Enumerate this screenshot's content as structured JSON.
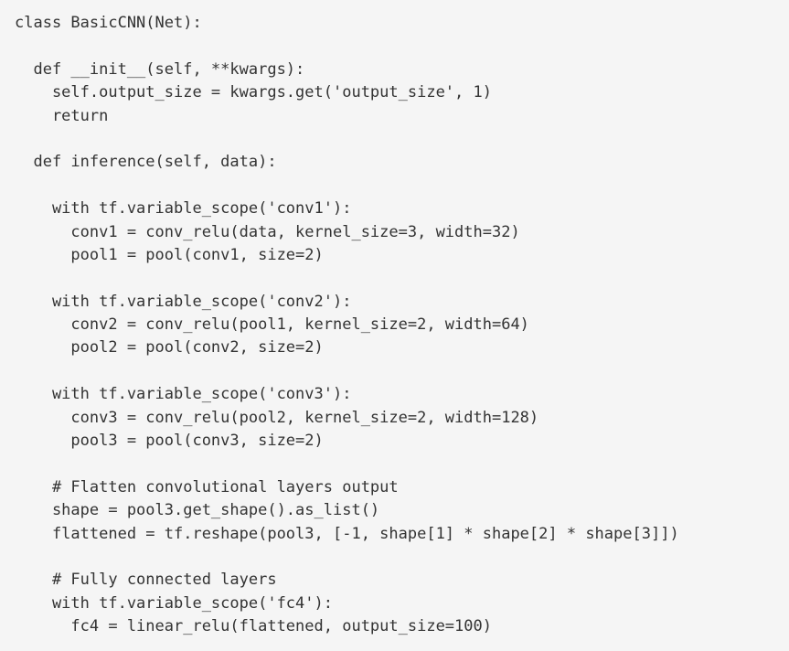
{
  "document": {
    "kind": "code-listing",
    "language": "python",
    "background_color": "#f5f5f5",
    "text_color": "#333333"
  },
  "code": {
    "lines": [
      "class BasicCNN(Net):",
      "",
      "  def __init__(self, **kwargs):",
      "    self.output_size = kwargs.get('output_size', 1)",
      "    return",
      "",
      "  def inference(self, data):",
      "",
      "    with tf.variable_scope('conv1'):",
      "      conv1 = conv_relu(data, kernel_size=3, width=32)",
      "      pool1 = pool(conv1, size=2)",
      "",
      "    with tf.variable_scope('conv2'):",
      "      conv2 = conv_relu(pool1, kernel_size=2, width=64)",
      "      pool2 = pool(conv2, size=2)",
      "",
      "    with tf.variable_scope('conv3'):",
      "      conv3 = conv_relu(pool2, kernel_size=2, width=128)",
      "      pool3 = pool(conv3, size=2)",
      "",
      "    # Flatten convolutional layers output",
      "    shape = pool3.get_shape().as_list()",
      "    flattened = tf.reshape(pool3, [-1, shape[1] * shape[2] * shape[3]])",
      "",
      "    # Fully connected layers",
      "    with tf.variable_scope('fc4'):",
      "      fc4 = linear_relu(flattened, output_size=100)"
    ]
  }
}
